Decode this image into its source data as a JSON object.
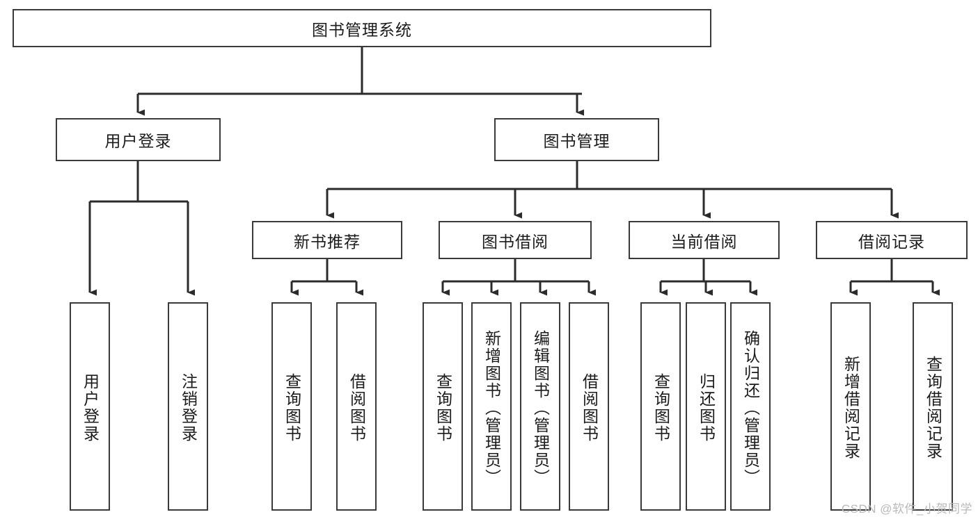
{
  "diagram": {
    "title": "图书管理系统",
    "type": "tree-hierarchy-chart",
    "watermark": "CSDN @软件_小贺同学",
    "colors": {
      "box_border": "#3a3a3a",
      "box_fill": "#ffffff",
      "connector": "#2b2b2b",
      "text": "#1b1b1b",
      "watermark": "#b9b9b9"
    },
    "levels": {
      "root": {
        "label": "图书管理系统"
      },
      "level2": [
        {
          "id": "user-login",
          "label": "用户登录"
        },
        {
          "id": "book-management",
          "label": "图书管理"
        }
      ],
      "level3": [
        {
          "id": "new-book-recommend",
          "label": "新书推荐"
        },
        {
          "id": "book-borrow",
          "label": "图书借阅"
        },
        {
          "id": "current-borrow",
          "label": "当前借阅"
        },
        {
          "id": "borrow-record",
          "label": "借阅记录"
        }
      ],
      "leaves": {
        "user-login": [
          {
            "id": "leaf-user-login",
            "label": "用户登录"
          },
          {
            "id": "leaf-logout-login",
            "label": "注销登录"
          }
        ],
        "new-book-recommend": [
          {
            "id": "leaf-query-book-1",
            "label": "查询图书"
          },
          {
            "id": "leaf-borrow-book-1",
            "label": "借阅图书"
          }
        ],
        "book-borrow": [
          {
            "id": "leaf-query-book-2",
            "label": "查询图书"
          },
          {
            "id": "leaf-add-book-admin",
            "label": "新增图书（管理员）"
          },
          {
            "id": "leaf-edit-book-admin",
            "label": "编辑图书（管理员）"
          },
          {
            "id": "leaf-borrow-book-2",
            "label": "借阅图书"
          }
        ],
        "current-borrow": [
          {
            "id": "leaf-query-book-3",
            "label": "查询图书"
          },
          {
            "id": "leaf-return-book",
            "label": "归还图书"
          },
          {
            "id": "leaf-confirm-return-admin",
            "label": "确认归还（管理员）"
          }
        ],
        "borrow-record": [
          {
            "id": "leaf-add-borrow-record",
            "label": "新增借阅记录"
          },
          {
            "id": "leaf-query-borrow-record",
            "label": "查询借阅记录"
          }
        ]
      }
    }
  }
}
